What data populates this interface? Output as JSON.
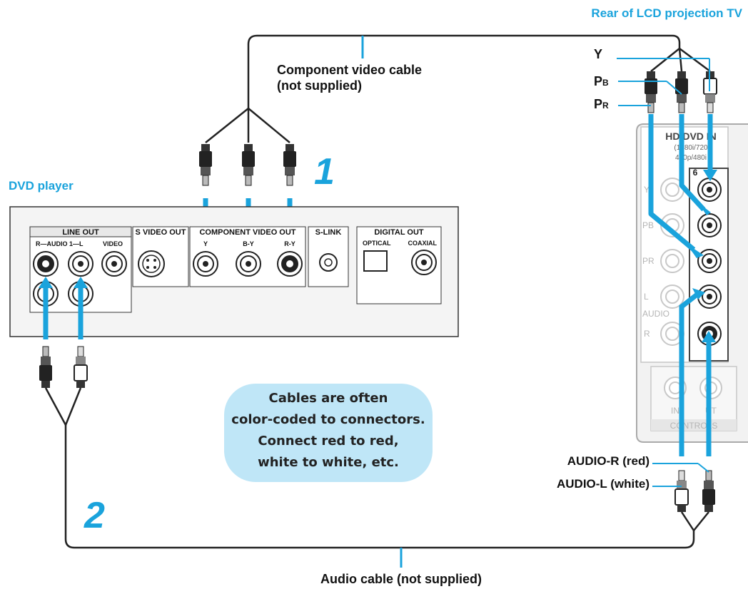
{
  "labels": {
    "rear_tv": "Rear of LCD projection TV",
    "dvd_player": "DVD player",
    "component_cable_line1": "Component video cable",
    "component_cable_line2": "(not supplied)",
    "audio_cable": "Audio cable (not supplied)",
    "y": "Y",
    "pb_main": "P",
    "pb_sub": "B",
    "pr_main": "P",
    "pr_sub": "R",
    "audio_r": "AUDIO-R (red)",
    "audio_l": "AUDIO-L (white)",
    "step1": "1",
    "step2": "2"
  },
  "dvd_panel": {
    "line_out": "LINE OUT",
    "audio_jacks": "R—AUDIO 1—L",
    "video": "VIDEO",
    "s_video_out": "S VIDEO OUT",
    "component_video_out": "COMPONENT VIDEO OUT",
    "comp_y": "Y",
    "comp_by": "B-Y",
    "comp_ry": "R-Y",
    "s_link": "S-LINK",
    "digital_out": "DIGITAL OUT",
    "optical": "OPTICAL",
    "coaxial": "COAXIAL"
  },
  "tv_panel": {
    "hd_dvd_in": "HD/DVD IN",
    "hd_spec1": "(1080i/720",
    "hd_spec2": "480p/480i",
    "input_num": "6",
    "y": "Y",
    "pb": "PB",
    "pr": "PR",
    "l": "L",
    "audio": "AUDIO",
    "r": "R",
    "in": "IN",
    "out": "UT",
    "controls": "CONTROLS"
  },
  "note": {
    "line1": "Cables are often",
    "line2": "color-coded to connectors.",
    "line3": "Connect red to red,",
    "line4": "white to white, etc."
  },
  "colors": {
    "accent_blue": "#1aa3dc",
    "note_bg": "#bfe6f7",
    "cable": "#222222"
  }
}
